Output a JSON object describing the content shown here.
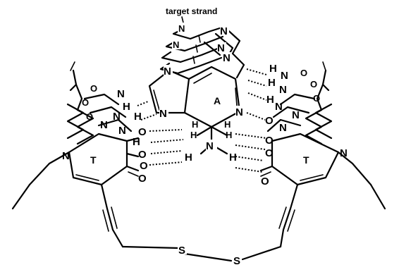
{
  "figure": {
    "title": "target strand",
    "base_labels": {
      "center": "A",
      "left": "T",
      "right": "T"
    },
    "linker_atoms": [
      "S",
      "S"
    ],
    "atoms": {
      "N": "N",
      "H": "H",
      "O": "O"
    }
  }
}
